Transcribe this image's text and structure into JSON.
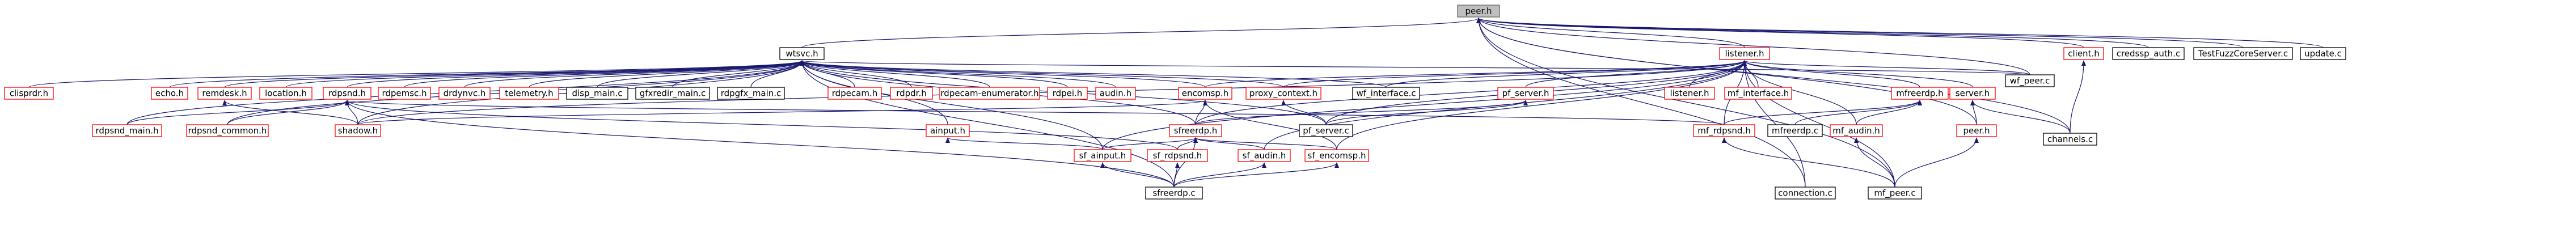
{
  "colors": {
    "edge": "#191970",
    "border_default": "#000000",
    "border_linked": "#ff0000",
    "border_root": "#666666",
    "fill_root": "#bfbfbf",
    "fill_default": "#ffffff"
  },
  "nodes": {
    "peer_h_root": {
      "label": "peer.h",
      "style": "root"
    },
    "wtsvc_h": {
      "label": "wtsvc.h",
      "style": "plain"
    },
    "listener_h": {
      "label": "listener.h",
      "style": "red"
    },
    "client_h": {
      "label": "client.h",
      "style": "red"
    },
    "credssp_auth_c": {
      "label": "credssp_auth.c",
      "style": "plain"
    },
    "testfuzzcoreserver_c": {
      "label": "TestFuzzCoreServer.c",
      "style": "plain"
    },
    "update_c": {
      "label": "update.c",
      "style": "plain"
    },
    "wf_peer_c": {
      "label": "wf_peer.c",
      "style": "plain"
    },
    "channels_c": {
      "label": "channels.c",
      "style": "plain"
    },
    "mf_peer_c": {
      "label": "mf_peer.c",
      "style": "plain"
    },
    "clisprdr_h": {
      "label": "clisprdr.h",
      "style": "red"
    },
    "echo_h": {
      "label": "echo.h",
      "style": "red"
    },
    "remdesk_h": {
      "label": "remdesk.h",
      "style": "red"
    },
    "location_h": {
      "label": "location.h",
      "style": "red"
    },
    "rdpsnd_h": {
      "label": "rdpsnd.h",
      "style": "red"
    },
    "rdpemsc_h": {
      "label": "rdpemsc.h",
      "style": "red"
    },
    "drdynvc_h": {
      "label": "drdynvc.h",
      "style": "red"
    },
    "telemetry_h": {
      "label": "telemetry.h",
      "style": "red"
    },
    "disp_main_c": {
      "label": "disp_main.c",
      "style": "plain"
    },
    "gfxredir_main_c": {
      "label": "gfxredir_main.c",
      "style": "plain"
    },
    "rdpgfx_main_c": {
      "label": "rdpgfx_main.c",
      "style": "plain"
    },
    "rdpecam_h": {
      "label": "rdpecam.h",
      "style": "red"
    },
    "rdpdr_h": {
      "label": "rdpdr.h",
      "style": "red"
    },
    "rdpecam_enumerator_h": {
      "label": "rdpecam-enumerator.h",
      "style": "red"
    },
    "rdpei_h": {
      "label": "rdpei.h",
      "style": "red"
    },
    "audin_h": {
      "label": "audin.h",
      "style": "red"
    },
    "encomsp_h": {
      "label": "encomsp.h",
      "style": "red"
    },
    "proxy_context_h": {
      "label": "proxy_context.h",
      "style": "red"
    },
    "wf_interface_c": {
      "label": "wf_interface.c",
      "style": "plain"
    },
    "pf_server_h": {
      "label": "pf_server.h",
      "style": "red"
    },
    "listener_h2": {
      "label": "listener.h",
      "style": "red"
    },
    "mf_interface_h": {
      "label": "mf_interface.h",
      "style": "red"
    },
    "mfreerdp_h": {
      "label": "mfreerdp.h",
      "style": "red"
    },
    "server_h": {
      "label": "server.h",
      "style": "red"
    },
    "rdpsnd_main_h": {
      "label": "rdpsnd_main.h",
      "style": "red"
    },
    "rdpsnd_common_h": {
      "label": "rdpsnd_common.h",
      "style": "red"
    },
    "shadow_h": {
      "label": "shadow.h",
      "style": "red"
    },
    "sfreerdp_h": {
      "label": "sfreerdp.h",
      "style": "red"
    },
    "ainput_h": {
      "label": "ainput.h",
      "style": "red"
    },
    "pf_server_c": {
      "label": "pf_server.c",
      "style": "plain"
    },
    "mf_rdpsnd_h": {
      "label": "mf_rdpsnd.h",
      "style": "red"
    },
    "mfreerdp_c": {
      "label": "mfreerdp.c",
      "style": "plain"
    },
    "mf_audin_h": {
      "label": "mf_audin.h",
      "style": "red"
    },
    "peer_h": {
      "label": "peer.h",
      "style": "red"
    },
    "sf_ainput_h": {
      "label": "sf_ainput.h",
      "style": "red"
    },
    "sf_rdpsnd_h": {
      "label": "sf_rdpsnd.h",
      "style": "red"
    },
    "sf_audin_h": {
      "label": "sf_audin.h",
      "style": "red"
    },
    "sf_encomsp_h": {
      "label": "sf_encomsp.h",
      "style": "red"
    },
    "connection_c": {
      "label": "connection.c",
      "style": "plain"
    },
    "sfreerdp_c": {
      "label": "sfreerdp.c",
      "style": "plain"
    }
  },
  "edges": [
    [
      "peer_h_root",
      "wtsvc_h"
    ],
    [
      "peer_h_root",
      "listener_h"
    ],
    [
      "peer_h_root",
      "client_h"
    ],
    [
      "peer_h_root",
      "credssp_auth_c"
    ],
    [
      "peer_h_root",
      "testfuzzcoreserver_c"
    ],
    [
      "peer_h_root",
      "update_c"
    ],
    [
      "peer_h_root",
      "wf_peer_c"
    ],
    [
      "peer_h_root",
      "channels_c"
    ],
    [
      "peer_h_root",
      "mf_peer_c"
    ],
    [
      "peer_h_root",
      "peer_h"
    ],
    [
      "peer_h_root",
      "connection_c"
    ],
    [
      "client_h",
      "channels_c"
    ],
    [
      "wtsvc_h",
      "clisprdr_h"
    ],
    [
      "wtsvc_h",
      "echo_h"
    ],
    [
      "wtsvc_h",
      "remdesk_h"
    ],
    [
      "wtsvc_h",
      "location_h"
    ],
    [
      "wtsvc_h",
      "rdpsnd_h"
    ],
    [
      "wtsvc_h",
      "rdpemsc_h"
    ],
    [
      "wtsvc_h",
      "drdynvc_h"
    ],
    [
      "wtsvc_h",
      "telemetry_h"
    ],
    [
      "wtsvc_h",
      "disp_main_c"
    ],
    [
      "wtsvc_h",
      "gfxredir_main_c"
    ],
    [
      "wtsvc_h",
      "rdpgfx_main_c"
    ],
    [
      "wtsvc_h",
      "rdpecam_h"
    ],
    [
      "wtsvc_h",
      "rdpdr_h"
    ],
    [
      "wtsvc_h",
      "rdpecam_enumerator_h"
    ],
    [
      "wtsvc_h",
      "rdpei_h"
    ],
    [
      "wtsvc_h",
      "audin_h"
    ],
    [
      "wtsvc_h",
      "encomsp_h"
    ],
    [
      "wtsvc_h",
      "proxy_context_h"
    ],
    [
      "wtsvc_h",
      "wf_interface_c"
    ],
    [
      "wtsvc_h",
      "wf_peer_c"
    ],
    [
      "wtsvc_h",
      "shadow_h"
    ],
    [
      "wtsvc_h",
      "sfreerdp_h"
    ],
    [
      "wtsvc_h",
      "ainput_h"
    ],
    [
      "wtsvc_h",
      "rdpsnd_main_h"
    ],
    [
      "wtsvc_h",
      "rdpsnd_common_h"
    ],
    [
      "wtsvc_h",
      "sfreerdp_c"
    ],
    [
      "wtsvc_h",
      "sf_ainput_h"
    ],
    [
      "wtsvc_h",
      "pf_server_c"
    ],
    [
      "listener_h",
      "wf_interface_c"
    ],
    [
      "listener_h",
      "pf_server_h"
    ],
    [
      "listener_h",
      "listener_h2"
    ],
    [
      "listener_h",
      "mf_interface_h"
    ],
    [
      "listener_h",
      "mfreerdp_h"
    ],
    [
      "listener_h",
      "server_h"
    ],
    [
      "listener_h",
      "wf_peer_c"
    ],
    [
      "listener_h",
      "shadow_h"
    ],
    [
      "listener_h",
      "sfreerdp_h"
    ],
    [
      "listener_h",
      "encomsp_h"
    ],
    [
      "listener_h",
      "proxy_context_h"
    ],
    [
      "listener_h",
      "mf_rdpsnd_h"
    ],
    [
      "listener_h",
      "mf_audin_h"
    ],
    [
      "listener_h",
      "mf_peer_c"
    ],
    [
      "listener_h",
      "connection_c"
    ],
    [
      "listener_h",
      "sf_encomsp_h"
    ],
    [
      "listener_h",
      "sf_audin_h"
    ],
    [
      "listener_h",
      "sf_ainput_h"
    ],
    [
      "listener_h",
      "pf_server_c"
    ],
    [
      "rdpsnd_h",
      "rdpsnd_main_h"
    ],
    [
      "rdpsnd_h",
      "rdpsnd_common_h"
    ],
    [
      "rdpsnd_h",
      "shadow_h"
    ],
    [
      "rdpsnd_h",
      "mf_rdpsnd_h"
    ],
    [
      "rdpsnd_h",
      "sf_rdpsnd_h"
    ],
    [
      "rdpsnd_h",
      "sfreerdp_c"
    ],
    [
      "remdesk_h",
      "shadow_h"
    ],
    [
      "encomsp_h",
      "shadow_h"
    ],
    [
      "encomsp_h",
      "sfreerdp_h"
    ],
    [
      "encomsp_h",
      "sf_encomsp_h"
    ],
    [
      "proxy_context_h",
      "pf_server_c"
    ],
    [
      "pf_server_h",
      "pf_server_c"
    ],
    [
      "pf_server_h",
      "sfreerdp_h"
    ],
    [
      "mfreerdp_h",
      "mf_rdpsnd_h"
    ],
    [
      "mfreerdp_h",
      "mfreerdp_c"
    ],
    [
      "mfreerdp_h",
      "mf_audin_h"
    ],
    [
      "mf_rdpsnd_h",
      "mf_peer_c"
    ],
    [
      "mf_audin_h",
      "mf_peer_c"
    ],
    [
      "server_h",
      "peer_h"
    ],
    [
      "server_h",
      "channels_c"
    ],
    [
      "peer_h",
      "mf_peer_c"
    ],
    [
      "ainput_h",
      "sf_ainput_h"
    ],
    [
      "sfreerdp_h",
      "sf_ainput_h"
    ],
    [
      "sfreerdp_h",
      "sf_rdpsnd_h"
    ],
    [
      "sfreerdp_h",
      "sf_audin_h"
    ],
    [
      "sfreerdp_h",
      "sf_encomsp_h"
    ],
    [
      "sfreerdp_h",
      "sfreerdp_c"
    ],
    [
      "sf_ainput_h",
      "sfreerdp_c"
    ],
    [
      "sf_rdpsnd_h",
      "sfreerdp_c"
    ],
    [
      "sf_audin_h",
      "sfreerdp_c"
    ],
    [
      "sf_encomsp_h",
      "sfreerdp_c"
    ]
  ]
}
